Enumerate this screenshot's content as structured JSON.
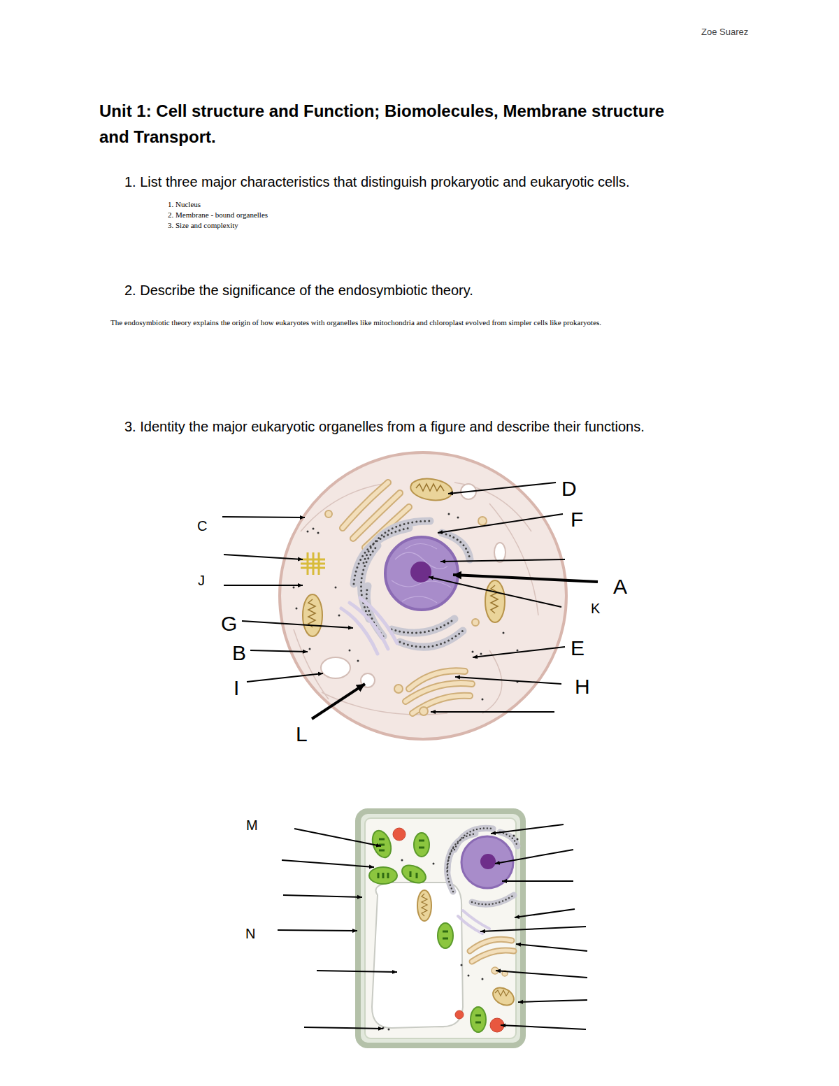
{
  "diagram": {
    "title": "Unit 1: Cell structure and Function; Biomolecules, Membrane structure and Transport.",
    "labels": [
      "Zoe Suarez",
      "1. List three major characteristics that distinguish prokaryotic and eukaryotic cells.",
      "1. Nucleus",
      "2. Membrane - bound organelles",
      "3. Size and complexity",
      "2. Describe the significance of the endosymbiotic theory.",
      "The endosymbiotic theory explains the origin of how eukaryotes with organelles like mitochondria and chloroplast evolved from simpler cells like prokaryotes.",
      "3. Identity the major eukaryotic organelles from a figure and describe their functions.",
      "D",
      "F",
      "C",
      "J",
      "A",
      "K",
      "G",
      "B",
      "E",
      "I",
      "H",
      "L",
      "M",
      "N"
    ]
  }
}
